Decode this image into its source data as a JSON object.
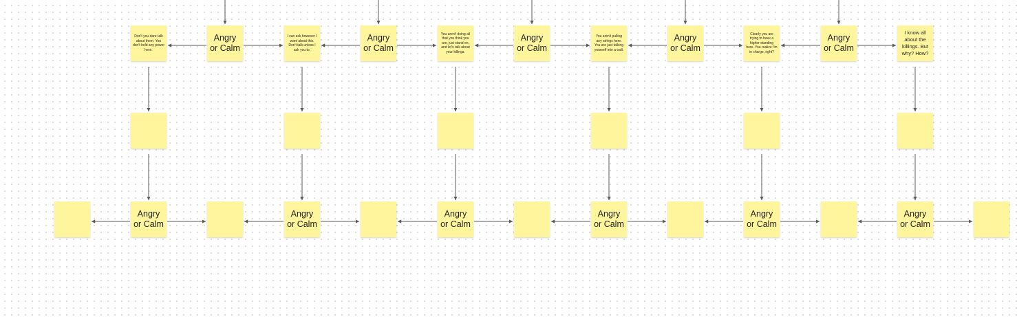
{
  "choice_label": "Angry\nor Calm",
  "dialogue": [
    "Don't you dare talk about them. You don't hold any power here.",
    "I can ask however I want about this. Don't talk unless I ask you to.",
    "You aren't doing all that you think you are, just stand on, and let's talk about your killings.",
    "You aren't pulling any strings here. You are just talking yourself into a wall.",
    "Clearly you are trying to have a higher standing here. You realize I'm in charge, right?",
    "I know all about the killings. But why? How?"
  ],
  "colors": {
    "sticky": "#fff59d",
    "connector": "#5a5a5a",
    "grid_dot": "#d4d4d4"
  }
}
